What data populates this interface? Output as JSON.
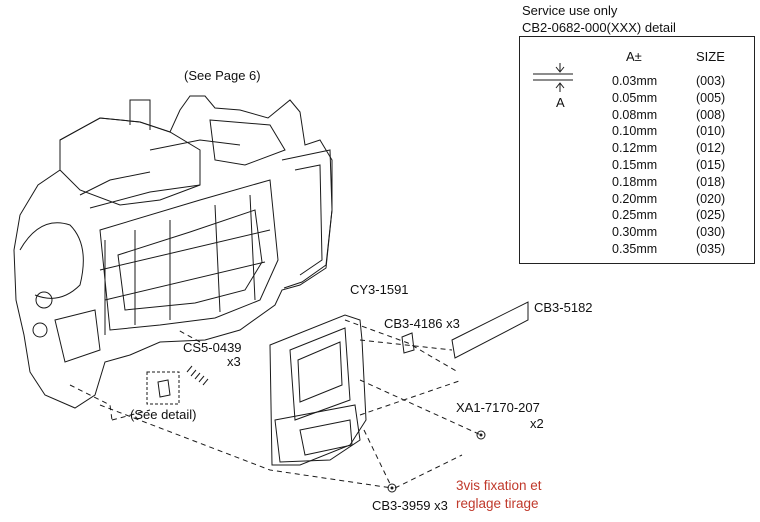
{
  "spec": {
    "title_line1": "Service use only",
    "title_line2": "CB2-0682-000(XXX) detail",
    "col_a": "A±",
    "col_size": "SIZE",
    "dim_label": "A",
    "rows": [
      {
        "a": "0.03mm",
        "size": "(003)"
      },
      {
        "a": "0.05mm",
        "size": "(005)"
      },
      {
        "a": "0.08mm",
        "size": "(008)"
      },
      {
        "a": "0.10mm",
        "size": "(010)"
      },
      {
        "a": "0.12mm",
        "size": "(012)"
      },
      {
        "a": "0.15mm",
        "size": "(015)"
      },
      {
        "a": "0.18mm",
        "size": "(018)"
      },
      {
        "a": "0.20mm",
        "size": "(020)"
      },
      {
        "a": "0.25mm",
        "size": "(025)"
      },
      {
        "a": "0.30mm",
        "size": "(030)"
      },
      {
        "a": "0.35mm",
        "size": "(035)"
      }
    ]
  },
  "labels": {
    "see_page": "(See Page 6)",
    "cy3": "CY3-1591",
    "cb3_5182": "CB3-5182",
    "cb3_4186": "CB3-4186 x3",
    "cs5": "CS5-0439",
    "cs5_qty": "x3",
    "see_detail": "(See detail)",
    "xa1": "XA1-7170-207",
    "xa1_qty": "x2",
    "cb3_3959": "CB3-3959 x3",
    "note_line1": "3vis fixation et",
    "note_line2": "reglage  tirage"
  },
  "colors": {
    "line": "#1a1a1a",
    "note": "#c0392b"
  }
}
